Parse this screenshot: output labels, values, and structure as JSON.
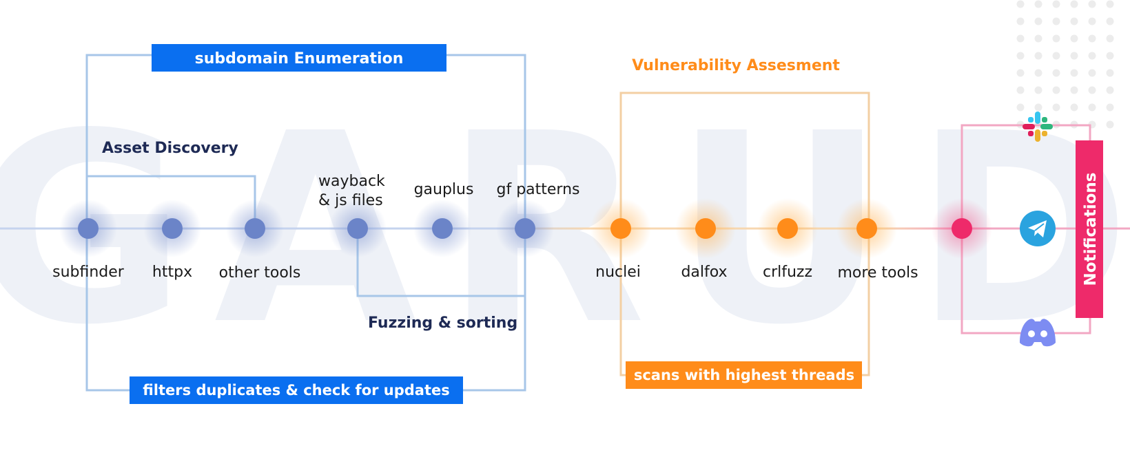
{
  "watermark": "GARUD",
  "colors": {
    "blue": "#0a6ff0",
    "blue_line": "#a7c6e8",
    "blue_node": "#6b84c8",
    "navy_text": "#1e2a55",
    "orange": "#ff8c1a",
    "orange_line": "#f3cfa3",
    "pink": "#ee2a6a",
    "pink_line": "#f2a7c3",
    "watermark": "#eef1f7",
    "dots": "#ececec",
    "telegram": "#2aa3df",
    "discord": "#7d8cf2"
  },
  "sections": {
    "subdomain_title": "subdomain Enumeration",
    "asset_discovery": "Asset Discovery",
    "fuzzing": "Fuzzing & sorting",
    "filters": "filters duplicates & check for updates",
    "vuln_title": "Vulnerability Assesment",
    "scans": "scans with highest threads",
    "notifications": "Notifications"
  },
  "tools": {
    "subfinder": "subfinder",
    "httpx": "httpx",
    "other_tools": "other tools",
    "wayback_1": "wayback",
    "wayback_2": "&  js files",
    "gauplus": "gauplus",
    "gf_patterns": "gf patterns",
    "nuclei": "nuclei",
    "dalfox": "dalfox",
    "crlfuzz": "crlfuzz",
    "more_tools": "more tools"
  },
  "icons": {
    "slack": "slack-icon",
    "telegram": "telegram-icon",
    "discord": "discord-icon"
  }
}
